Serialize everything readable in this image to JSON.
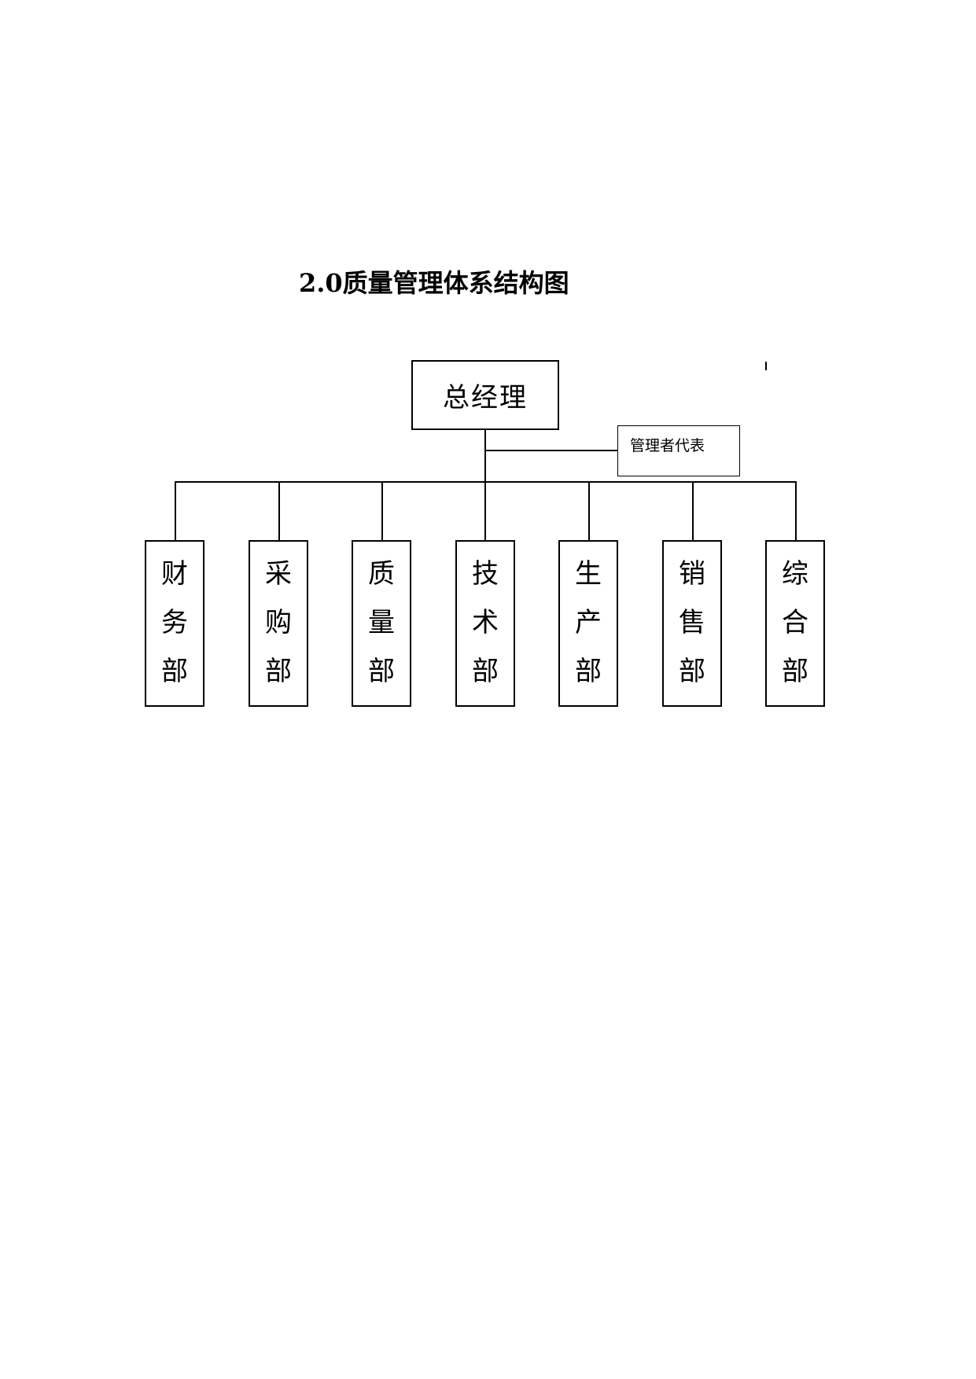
{
  "document": {
    "title": "2.0质量管理体系结构图"
  },
  "org_chart": {
    "top": {
      "label": "总经理"
    },
    "representative": {
      "label": "管理者代表"
    },
    "departments": [
      {
        "key": "finance",
        "chars": [
          "财",
          "务",
          "部"
        ]
      },
      {
        "key": "procurement",
        "chars": [
          "采",
          "购",
          "部"
        ]
      },
      {
        "key": "quality",
        "chars": [
          "质",
          "量",
          "部"
        ]
      },
      {
        "key": "technology",
        "chars": [
          "技",
          "术",
          "部"
        ]
      },
      {
        "key": "production",
        "chars": [
          "生",
          "产",
          "部"
        ]
      },
      {
        "key": "sales",
        "chars": [
          "销",
          "售",
          "部"
        ]
      },
      {
        "key": "general",
        "chars": [
          "综",
          "合",
          "部"
        ]
      }
    ]
  }
}
